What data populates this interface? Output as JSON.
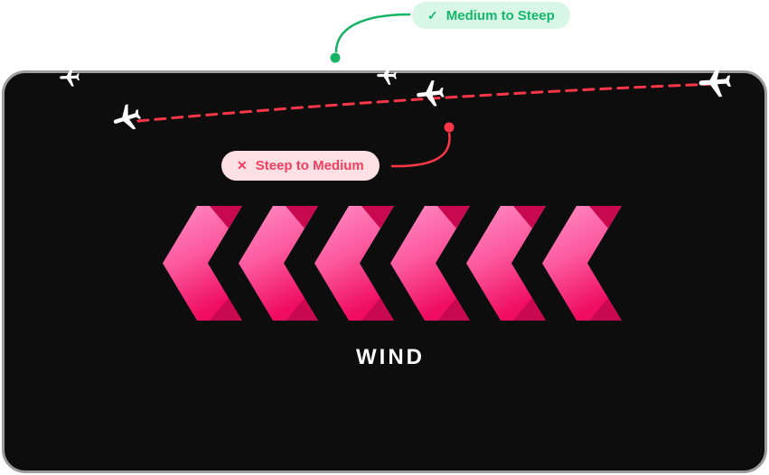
{
  "scene": {
    "background_color": "#ffffff",
    "field": {
      "fill": "#0d0d0d",
      "border_color": "#9c9c9c"
    }
  },
  "callouts": {
    "correct": {
      "icon": "check-icon",
      "icon_glyph": "✓",
      "label": "Medium to Steep",
      "text_color": "#12b76a",
      "bg_color": "#d9f7e6",
      "connector_color": "#16b364"
    },
    "incorrect": {
      "icon": "x-icon",
      "icon_glyph": "✕",
      "label": "Steep to Medium",
      "text_color": "#f43f5e",
      "bg_color": "#ffe0e4",
      "connector_color": "#fb3747"
    }
  },
  "wind": {
    "label": "WIND",
    "direction": "left",
    "chevron_count": 6,
    "chevron_gradient_start": "#ff8fc6",
    "chevron_gradient_mid": "#fc5a9f",
    "chevron_gradient_end": "#ef0c61",
    "chevron_fold_color": "#c9094f",
    "label_color": "#ffffff"
  },
  "flight_paths": {
    "level_path": {
      "style": "solid",
      "color": "#9c9c9c"
    },
    "descent_path": {
      "style": "dashed",
      "color": "#fb3747"
    }
  },
  "planes": {
    "icon": "airplane-icon",
    "color": "#ffffff",
    "count": 5
  }
}
